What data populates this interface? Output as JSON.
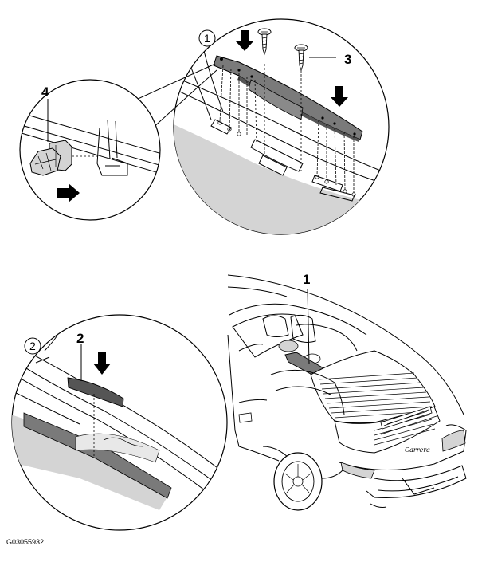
{
  "callouts": {
    "c1": "1",
    "c2": "2",
    "c3": "3",
    "c4": "4"
  },
  "circled": {
    "n1": "1",
    "n2": "2"
  },
  "figure_code": "G03055932",
  "badge_text": "Carrera",
  "colors": {
    "line": "#000000",
    "shadow": "#d4d4d4",
    "part": "#7a7a7a",
    "part_dark": "#555555",
    "paper": "#ffffff"
  }
}
